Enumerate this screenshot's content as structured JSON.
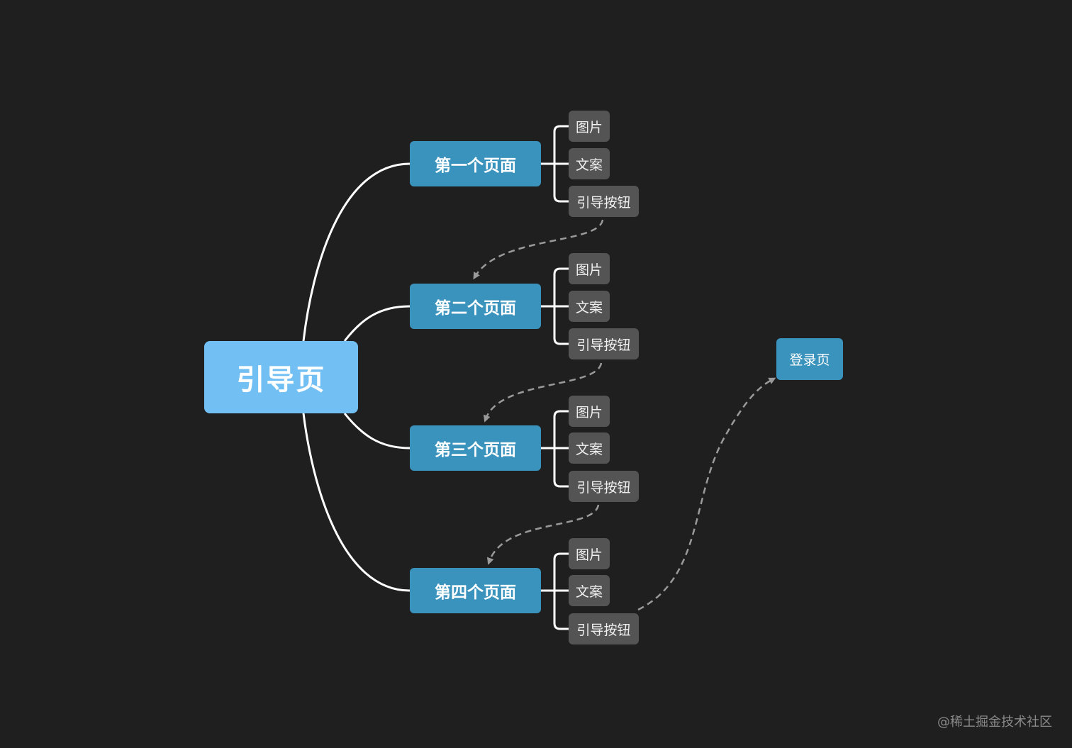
{
  "root": {
    "label": "引导页"
  },
  "pages": [
    {
      "label": "第一个页面",
      "children": [
        "图片",
        "文案",
        "引导按钮"
      ]
    },
    {
      "label": "第二个页面",
      "children": [
        "图片",
        "文案",
        "引导按钮"
      ]
    },
    {
      "label": "第三个页面",
      "children": [
        "图片",
        "文案",
        "引导按钮"
      ]
    },
    {
      "label": "第四个页面",
      "children": [
        "图片",
        "文案",
        "引导按钮"
      ]
    }
  ],
  "login": {
    "label": "登录页"
  },
  "watermark": "@稀土掘金技术社区",
  "colors": {
    "background": "#1f1f1f",
    "root": "#72c0f3",
    "page": "#3a93bd",
    "leaf": "#545454",
    "connector": "#ffffff",
    "dashed_flow": "#9a9a9a"
  }
}
